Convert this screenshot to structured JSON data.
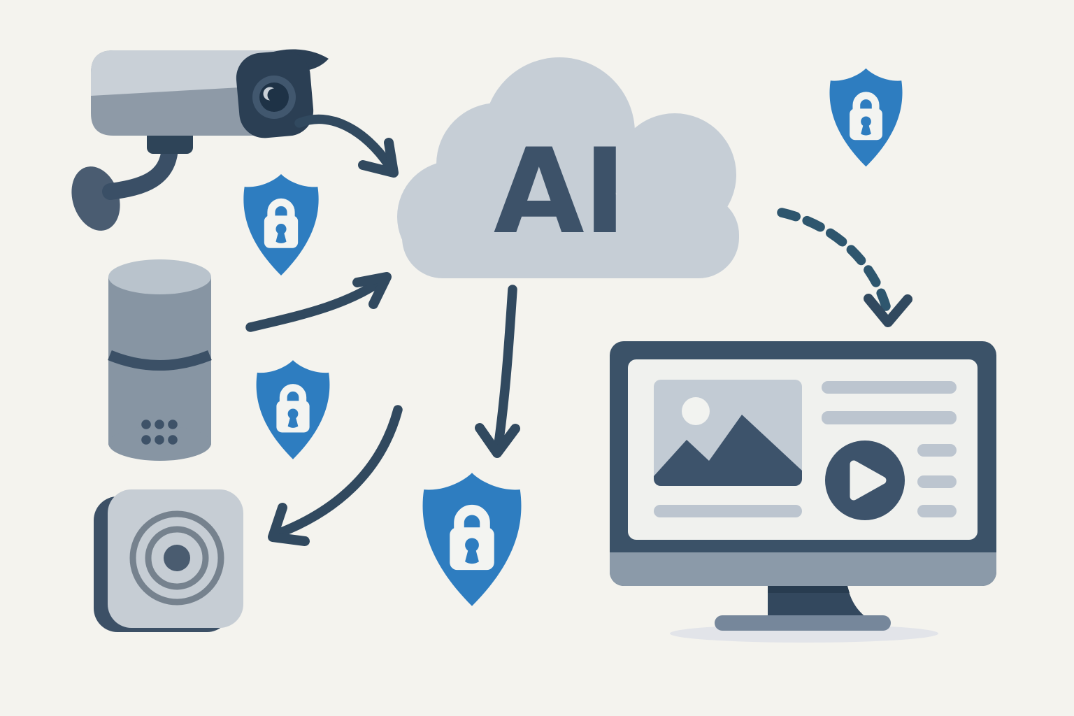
{
  "title": "IoT devices send data through security shields to an AI cloud and on to a monitor",
  "cloud": {
    "label": "AI",
    "shape": "cloud"
  },
  "devices": [
    {
      "id": "cctv-camera",
      "kind": "security camera",
      "position": "top-left"
    },
    {
      "id": "smart-speaker",
      "kind": "smart speaker with speaker grill dots",
      "position": "middle-left"
    },
    {
      "id": "webcam",
      "kind": "square camera with concentric lens rings",
      "position": "bottom-left"
    }
  ],
  "shields": [
    {
      "id": "shield-lock-1",
      "icon": "shield-lock-icon",
      "position": "between camera and speaker"
    },
    {
      "id": "shield-lock-2",
      "icon": "shield-lock-icon",
      "position": "between speaker and webcam"
    },
    {
      "id": "shield-lock-3",
      "icon": "shield-lock-icon",
      "position": "below AI cloud"
    },
    {
      "id": "shield-lock-4",
      "icon": "shield-lock-icon",
      "position": "top-right"
    }
  ],
  "arrows": [
    {
      "from": "cctv-camera",
      "to": "ai-cloud",
      "style": "solid-curved"
    },
    {
      "from": "smart-speaker",
      "to": "ai-cloud",
      "style": "solid-curved"
    },
    {
      "from": "ai-cloud",
      "to": "shield-lock-3",
      "style": "solid-curved"
    },
    {
      "from": "center",
      "to": "webcam",
      "style": "solid-curved"
    },
    {
      "from": "ai-cloud",
      "to": "monitor",
      "style": "dashed-curved"
    }
  ],
  "monitor": {
    "kind": "desktop monitor on stand",
    "screen_elements": [
      "image-placeholder with sun and mountains",
      "caption text bar",
      "two wide text lines",
      "video play button",
      "three short text lines"
    ]
  },
  "palette": {
    "bg": "#f4f3ee",
    "shieldBlue": "#2e7dc0",
    "lockWhite": "#f3f4f1",
    "arrow": "#31495f",
    "dash": "#2e566e",
    "cloud": "#c6ced6",
    "navyText": "#3d5269",
    "navy2": "#3d536b",
    "frame": "#3b5268",
    "screen": "#f0f1ee",
    "cardBlue": "#c2cbd4",
    "barGray": "#bcc5cf",
    "chin": "#8b9aa9",
    "standBase": "#76879b",
    "shadow": "#e2e4e9",
    "camLight": "#c9d0d7",
    "camMid": "#8e9aa7",
    "camDark": "#2b3f54",
    "mountArm": "#3a4f66",
    "mountOval": "#4a5c71",
    "speakerBody": "#8795a3",
    "speakerTop": "#b9c3cc",
    "speakerBand": "#3b5066",
    "speakerDots": "#3e5268",
    "webcamFront": "#c6cdd4",
    "webcamSide": "#3c5066",
    "webcamRing": "#76828e",
    "webcamDot": "#4a5c70"
  }
}
